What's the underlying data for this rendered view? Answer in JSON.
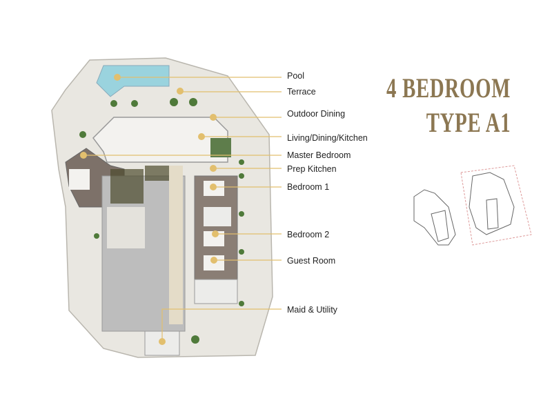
{
  "title": {
    "line1": "4 BEDROOM",
    "line2": "TYPE A1"
  },
  "rooms": [
    {
      "label": "Pool"
    },
    {
      "label": "Terrace"
    },
    {
      "label": "Outdoor Dining"
    },
    {
      "label": "Living/Dining/Kitchen"
    },
    {
      "label": "Master Bedroom"
    },
    {
      "label": "Prep Kitchen"
    },
    {
      "label": "Bedroom 1"
    },
    {
      "label": "Bedroom 2"
    },
    {
      "label": "Guest Room"
    },
    {
      "label": "Maid & Utility"
    }
  ],
  "colors": {
    "accent": "#e2bf6e",
    "title": "#8c7752",
    "terrace": "#e8e6e0",
    "pool": "#8fd0dc",
    "core": "#bdbdbd",
    "wood": "#7d7169"
  }
}
